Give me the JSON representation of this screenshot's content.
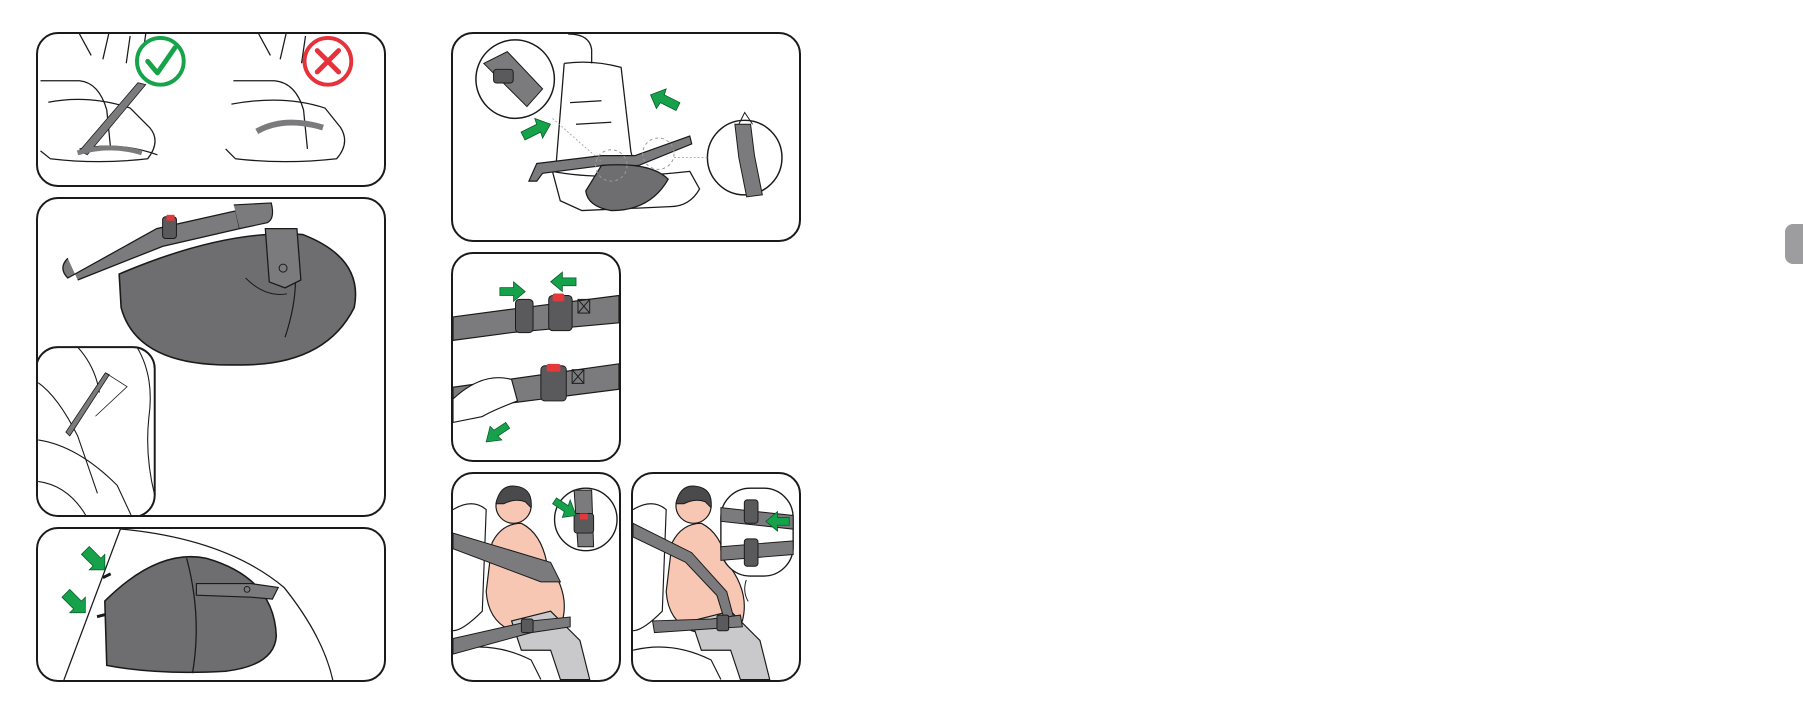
{
  "colors": {
    "outline": "#1a1a1a",
    "cushion": "#6e6e70",
    "strap": "#7b7b7d",
    "seat_line": "#3a3a3a",
    "arrow_green": "#15a24a",
    "check_green": "#16a34a",
    "cross_red": "#e5323b",
    "buckle_red": "#e23a3a",
    "skin": "#f7c7b4",
    "hair": "#4a4a4c",
    "pants": "#c9c9cb",
    "side_tab": "#9d9d9f"
  },
  "icons": {
    "correct": "check-circle-icon",
    "incorrect": "cross-circle-icon",
    "direction": "green-arrow-icon"
  },
  "panels": [
    {
      "name": "panel-correct-incorrect"
    },
    {
      "name": "panel-product-overview"
    },
    {
      "name": "panel-place-on-seat"
    },
    {
      "name": "panel-attach-to-seat"
    },
    {
      "name": "panel-buckle-strap"
    },
    {
      "name": "panel-fasten-lap-belt"
    },
    {
      "name": "panel-guide-belt-under-clip"
    }
  ]
}
